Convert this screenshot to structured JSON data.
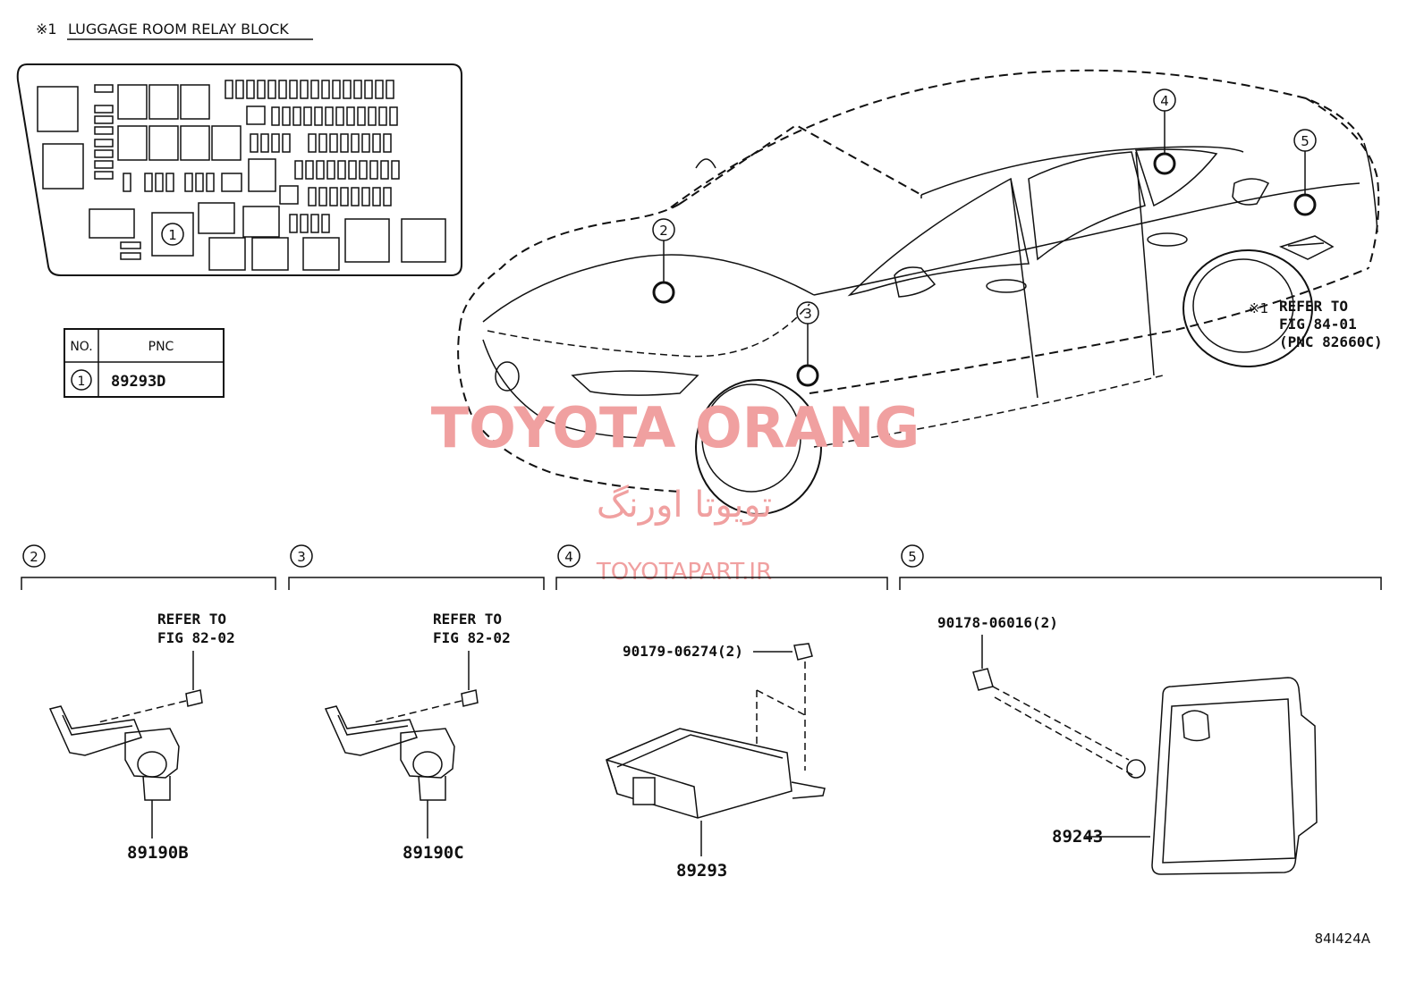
{
  "header": {
    "note_mark": "※1",
    "block_title": "LUGGAGE ROOM RELAY BLOCK"
  },
  "table": {
    "col_no": "NO.",
    "col_pnc": "PNC",
    "row_no": "1",
    "row_pnc": "89293D"
  },
  "relay_block": {
    "marker": "1"
  },
  "car": {
    "markers": [
      "2",
      "3",
      "4",
      "5"
    ],
    "refer_mark": "※1",
    "refer_line1": "REFER TO",
    "refer_line2": "FIG 84-01",
    "refer_line3": "(PNC 82660C)"
  },
  "sections": [
    {
      "marker": "2",
      "refer_line1": "REFER TO",
      "refer_line2": "FIG 82-02",
      "part": "89190B"
    },
    {
      "marker": "3",
      "refer_line1": "REFER TO",
      "refer_line2": "FIG 82-02",
      "part": "89190C"
    },
    {
      "marker": "4",
      "fastener": "90179-06274(2)",
      "part": "89293"
    },
    {
      "marker": "5",
      "fastener": "90178-06016(2)",
      "part": "89243"
    }
  ],
  "watermark": {
    "line1": "TOYOTA ORANG",
    "line2": "تویوتا اورنگ",
    "line3": "TOYOTAPART.IR"
  },
  "figure_code": "84I424A",
  "colors": {
    "ink": "#111111",
    "watermark": "#f0a0a0"
  }
}
